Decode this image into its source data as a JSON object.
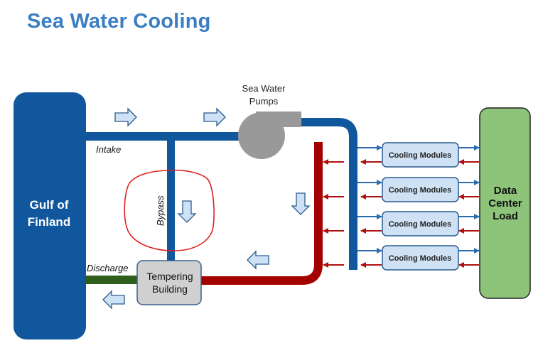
{
  "title": "Sea Water Cooling",
  "colors": {
    "title": "#3b7ec2",
    "supply_pipe": "#11579e",
    "return_pipe": "#a40000",
    "discharge_pipe": "#2e5e1a",
    "gulf": "#11579e",
    "data_center": "#8dc47a",
    "module_fill": "#cfe2f5",
    "tempering_fill": "#d0d0d0",
    "pump": "#999999",
    "flow_arrow_fill": "#cfe2f5",
    "annotation": "#e0201e"
  },
  "nodes": {
    "gulf": "Gulf of\nFinland",
    "gulf_lines": [
      "Gulf of",
      "Finland"
    ],
    "pump_label_lines": [
      "Sea Water",
      "Pumps"
    ],
    "tempering_lines": [
      "Tempering",
      "Building"
    ],
    "data_center_lines": [
      "Data",
      "Center",
      "Load"
    ],
    "cooling_modules": [
      "Cooling Modules",
      "Cooling Modules",
      "Cooling Modules",
      "Cooling Modules"
    ]
  },
  "pipe_labels": {
    "intake": "Intake",
    "bypass": "Bypass",
    "discharge": "Discharge"
  },
  "annotation": {
    "type": "hand-drawn circle",
    "target": "Bypass"
  }
}
